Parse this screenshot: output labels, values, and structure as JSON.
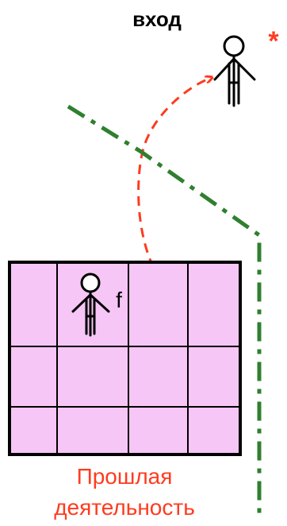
{
  "labels": {
    "entrance": "вход",
    "asterisk": "*",
    "person_label": "f",
    "box_caption_line1": "Прошлая",
    "box_caption_line2": "деятельность"
  },
  "colors": {
    "box_fill": "#f6c6f6",
    "box_stroke": "#000000",
    "dash_dot_line": "#2f7f2f",
    "arc_arrow": "#ff3b1f",
    "asterisk": "#ff3b1f",
    "caption": "#ff3b1f",
    "text": "#000000"
  },
  "icons": {
    "person_outside": "stick-figure-icon",
    "person_inside": "stick-figure-icon"
  }
}
